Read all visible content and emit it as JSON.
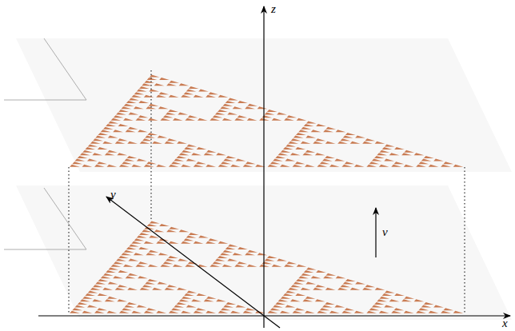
{
  "diagram": {
    "labels": [
      "z",
      "y",
      "x",
      "v"
    ]
  }
}
